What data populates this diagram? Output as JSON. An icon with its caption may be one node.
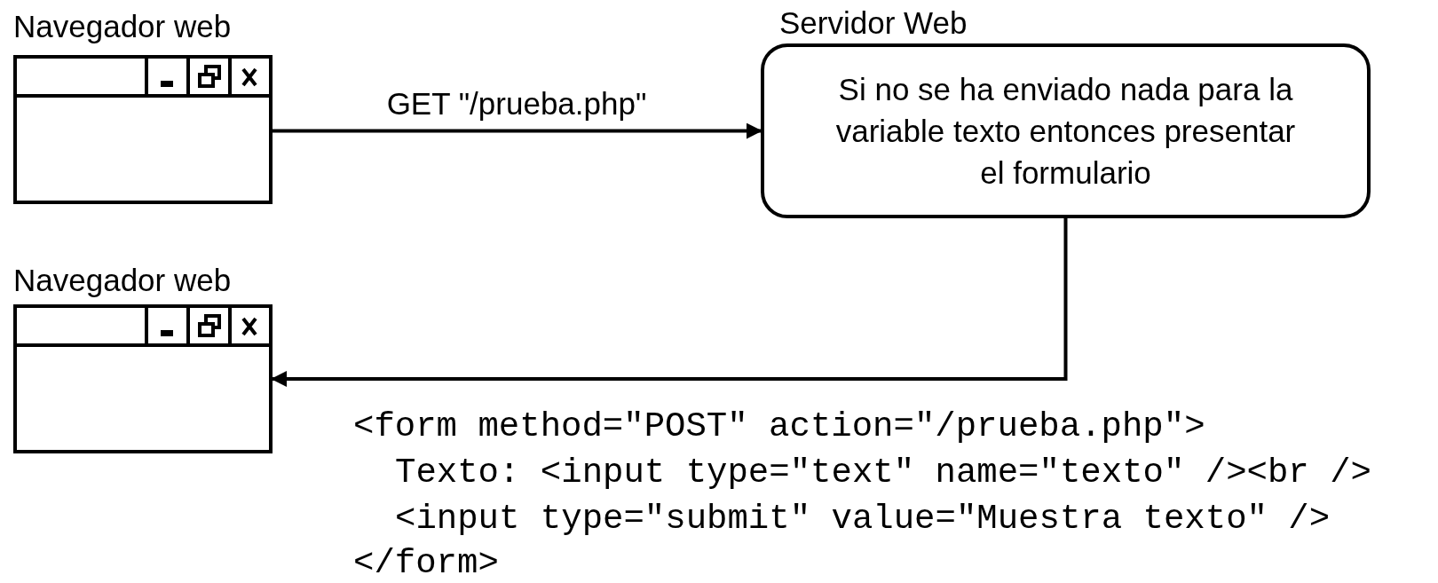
{
  "diagram": {
    "nodes": [
      {
        "text": [
          "Navegador web"
        ]
      },
      {
        "text": [
          "Servidor Web",
          "Si no se ha enviado nada para la variable texto entonces presentar el formulario"
        ]
      },
      {
        "text": [
          "Navegador web"
        ]
      }
    ],
    "edges": [
      {
        "from": 0,
        "to": 1,
        "arrow": "to",
        "label": "GET \"/prueba.php\""
      },
      {
        "from": 1,
        "to": 2,
        "arrow": "to"
      }
    ],
    "labels": [
      "<form method=\"POST\" action=\"/prueba.php\">",
      "Texto: <input type=\"text\" name=\"texto\" /><br />",
      "<input type=\"submit\" value=\"Muestra texto\" />",
      "</form>"
    ]
  }
}
